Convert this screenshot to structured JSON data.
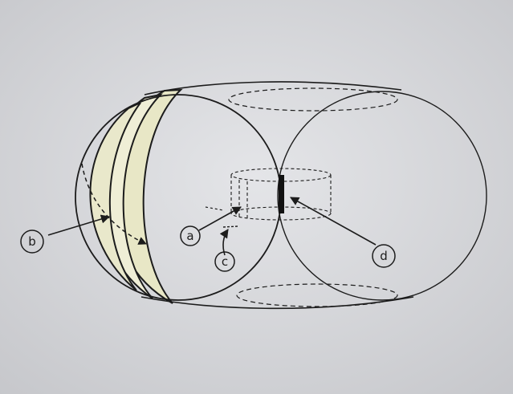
{
  "labels": {
    "a": "a",
    "b": "b",
    "c": "c",
    "d": "d"
  },
  "colors": {
    "paper": "#dcdde0",
    "ink": "#1c1c1c",
    "shade": "#e9e8c9"
  }
}
